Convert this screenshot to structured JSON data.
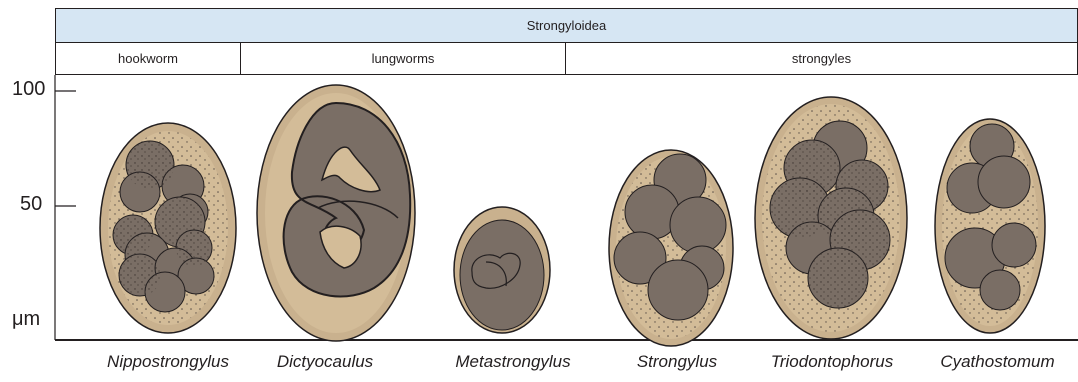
{
  "header": {
    "superfamily": "Strongyloidea",
    "groups": [
      "hookworm",
      "lungworms",
      "strongyles"
    ]
  },
  "axis": {
    "tick_100": "100",
    "tick_50": "50",
    "unit": "μm"
  },
  "genera": [
    "Nippostrongylus",
    "Dictyocaulus",
    "Metastrongylus",
    "Strongylus",
    "Triodontophorus",
    "Cyathostomum"
  ],
  "colors": {
    "shell": "#c9b18e",
    "shell_inner": "#d3bc98",
    "embryo": "#7a6e65",
    "outline": "#231f20",
    "header_fill": "#d6e6f3"
  }
}
